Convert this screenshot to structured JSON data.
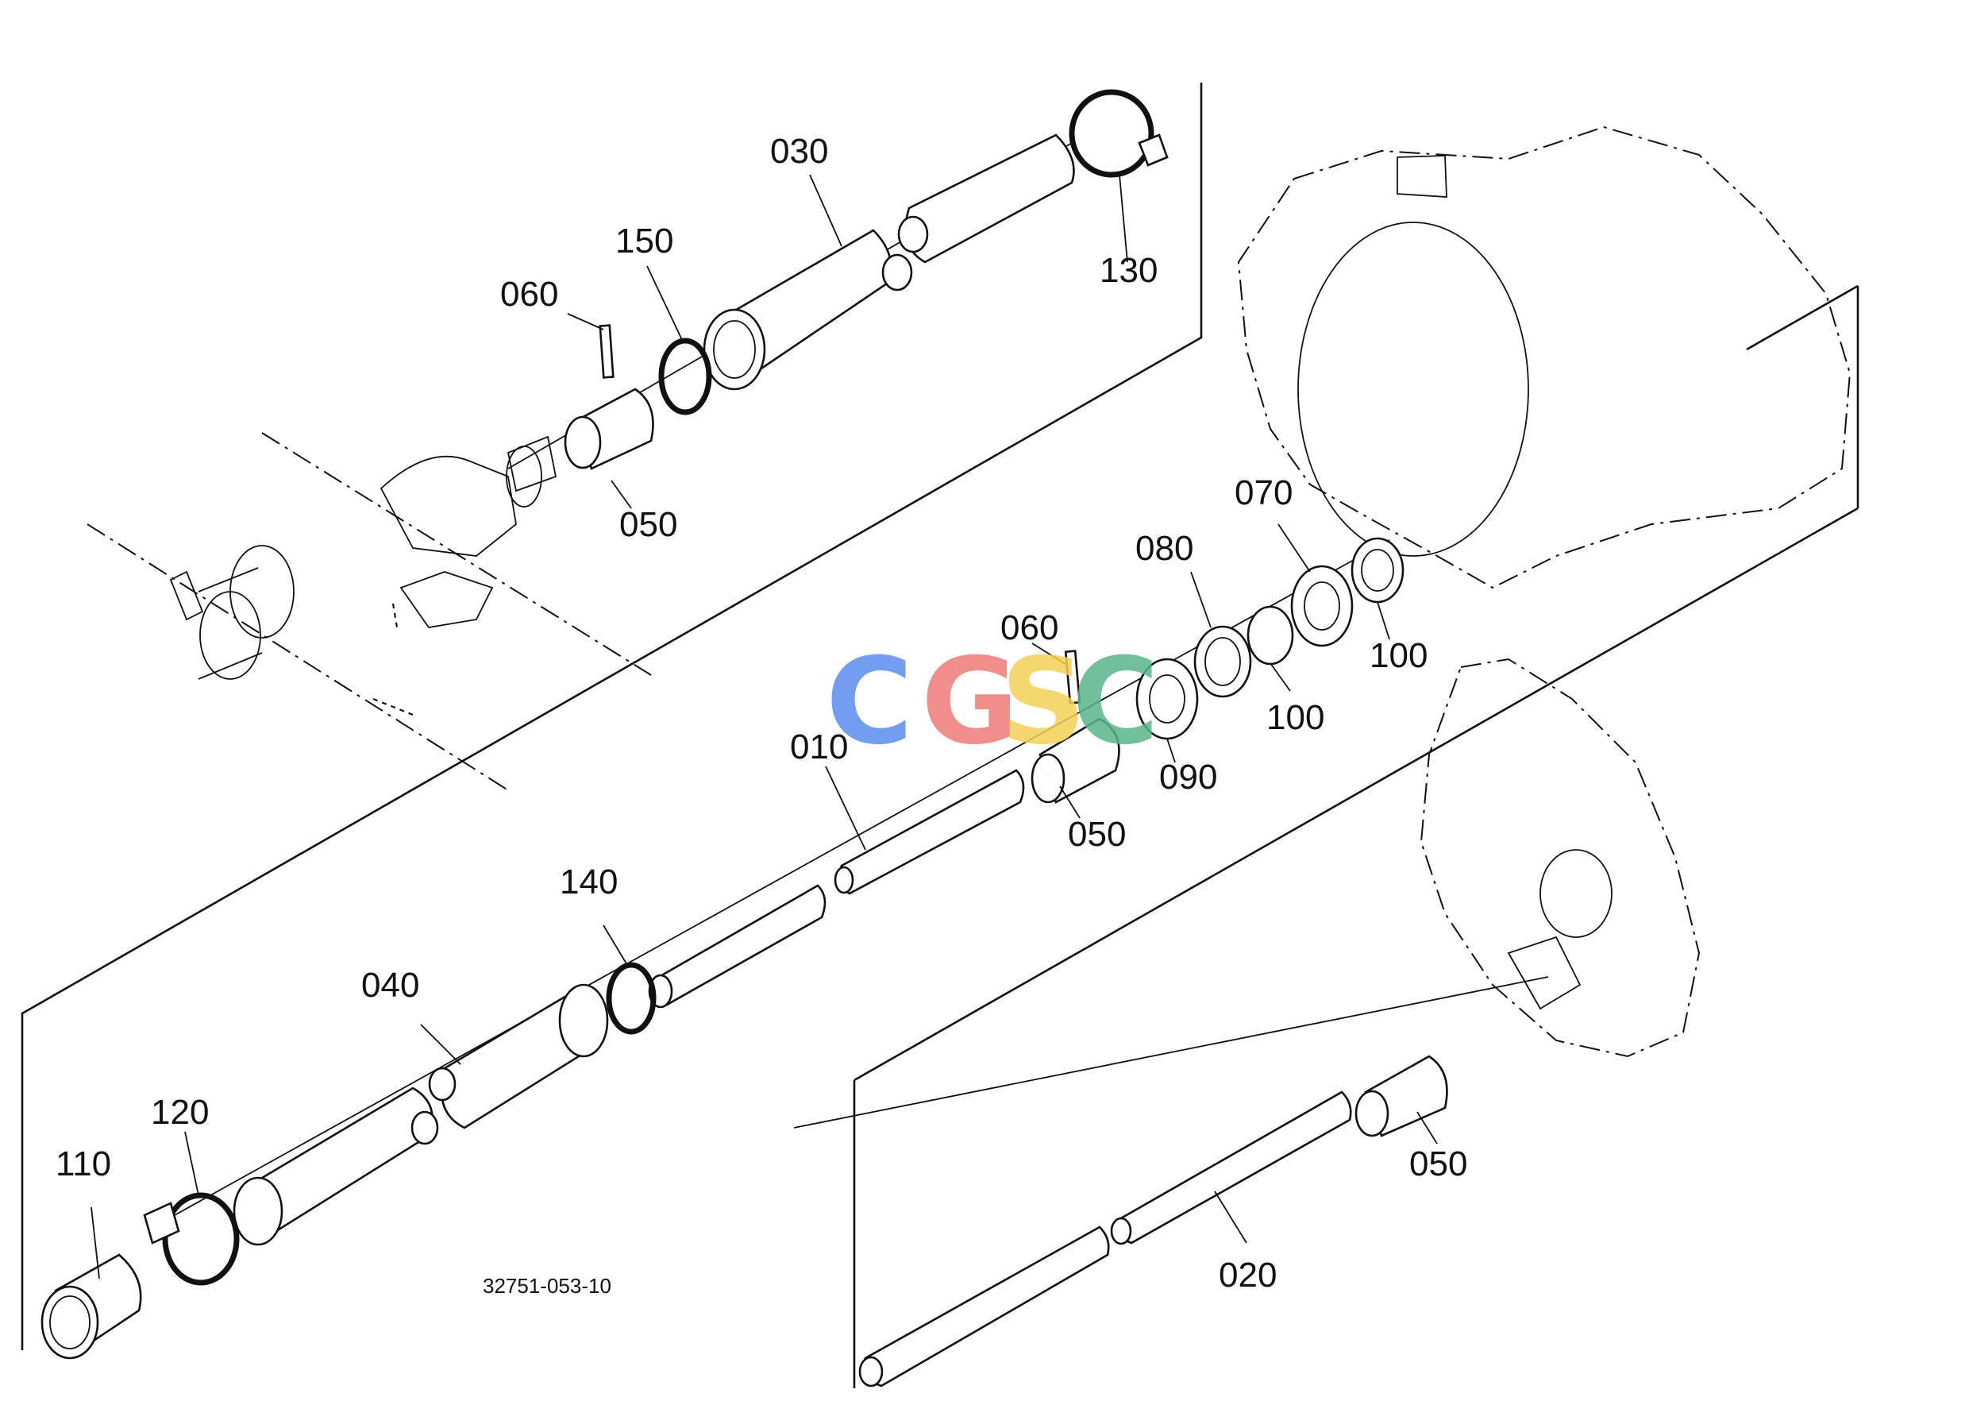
{
  "figure": {
    "document_number": "32751-053-10",
    "watermark": {
      "letters": [
        "C",
        "G",
        "S",
        "C"
      ],
      "colors": [
        "#5b8def",
        "#ef7b77",
        "#f3d155",
        "#5ab68a"
      ]
    }
  },
  "part_labels": {
    "p010": "010",
    "p020": "020",
    "p030": "030",
    "p040": "040",
    "p050_top": "050",
    "p050_mid": "050",
    "p050_right": "050",
    "p060_top": "060",
    "p060_mid": "060",
    "p070": "070",
    "p080": "080",
    "p090": "090",
    "p100_a": "100",
    "p100_b": "100",
    "p110": "110",
    "p120": "120",
    "p130": "130",
    "p140": "140",
    "p150": "150"
  }
}
